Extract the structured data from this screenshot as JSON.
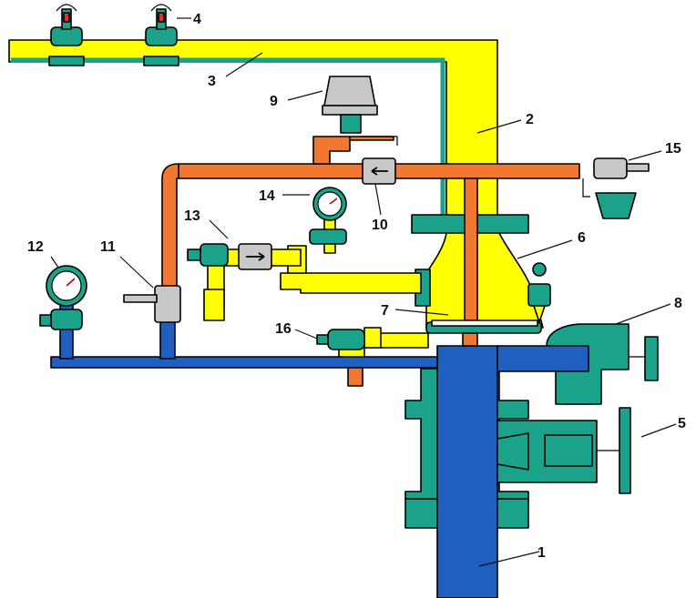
{
  "colors": {
    "supply_water": "#1f5fbf",
    "system_water": "#ffff00",
    "trim_line": "#f07830",
    "valve_body": "#1aa38a",
    "device_grey": "#c8c8c8",
    "outline": "#000000"
  },
  "callouts": [
    {
      "id": "1",
      "label": "1"
    },
    {
      "id": "2",
      "label": "2"
    },
    {
      "id": "3",
      "label": "3"
    },
    {
      "id": "4",
      "label": "4"
    },
    {
      "id": "5",
      "label": "5"
    },
    {
      "id": "6",
      "label": "6"
    },
    {
      "id": "7",
      "label": "7"
    },
    {
      "id": "8",
      "label": "8"
    },
    {
      "id": "9",
      "label": "9"
    },
    {
      "id": "10",
      "label": "10"
    },
    {
      "id": "11",
      "label": "11"
    },
    {
      "id": "12",
      "label": "12"
    },
    {
      "id": "13",
      "label": "13"
    },
    {
      "id": "14",
      "label": "14"
    },
    {
      "id": "15",
      "label": "15"
    },
    {
      "id": "16",
      "label": "16"
    }
  ]
}
